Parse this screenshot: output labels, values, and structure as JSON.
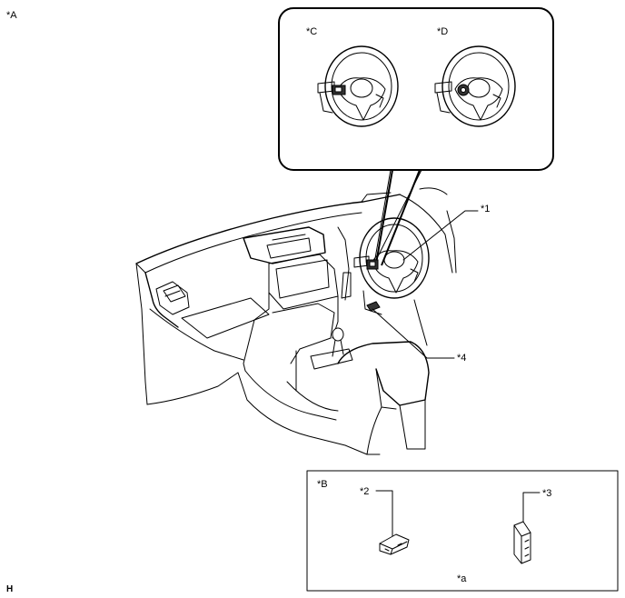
{
  "view_label_main": "*A",
  "view_label_parts": "*B",
  "view_label_lhd": "*C",
  "view_label_rhd": "*D",
  "callout_1": "*1",
  "callout_2": "*2",
  "callout_3": "*3",
  "callout_4": "*4",
  "caption_a": "*a",
  "corner_mark": "H"
}
